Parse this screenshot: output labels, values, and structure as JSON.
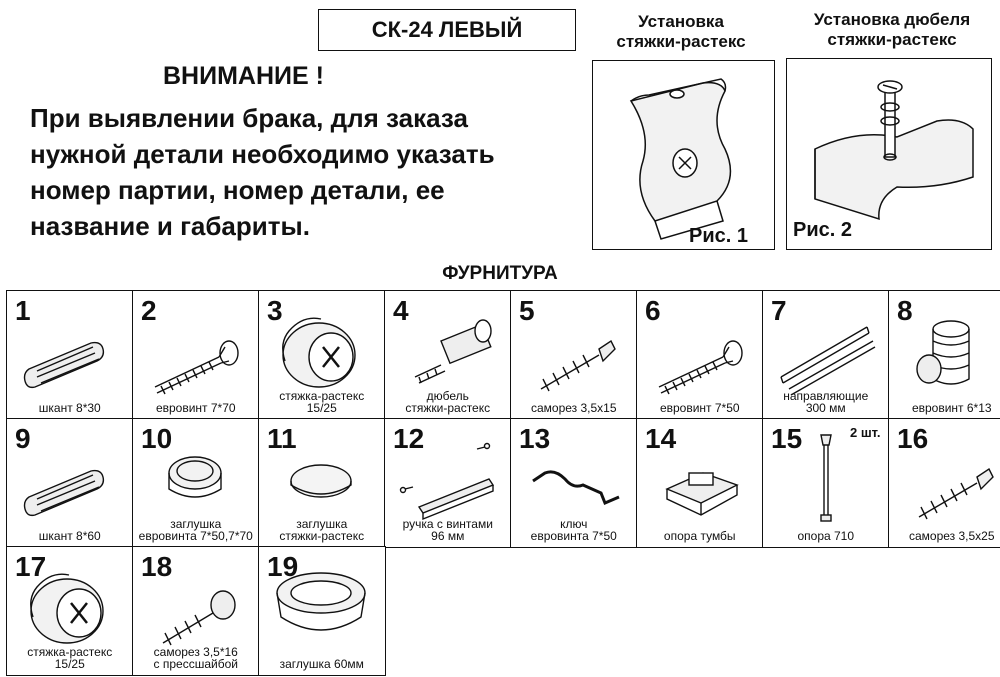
{
  "header": {
    "model": "СК-24 ЛЕВЫЙ",
    "warning_title": "ВНИМАНИЕ !",
    "warning_lines": [
      "При выявлении брака, для заказа",
      "нужной детали необходимо указать",
      "номер партии, номер детали, ее",
      "название и габариты."
    ]
  },
  "figures": [
    {
      "title_lines": [
        "Установка",
        "стяжки-растекс"
      ],
      "label": "Рис. 1"
    },
    {
      "title_lines": [
        "Установка дюбеля",
        "стяжки-растекс"
      ],
      "label": "Рис. 2"
    }
  ],
  "section_title": "ФУРНИТУРА",
  "parts": [
    {
      "num": "1",
      "caption": [
        "шкант 8*30"
      ],
      "icon": "dowel-icon"
    },
    {
      "num": "2",
      "caption": [
        "евровинт 7*70"
      ],
      "icon": "euroscrew-icon"
    },
    {
      "num": "3",
      "caption": [
        "стяжка-растекс",
        "15/25"
      ],
      "icon": "cam-lock-icon"
    },
    {
      "num": "4",
      "caption": [
        "дюбель",
        "стяжки-растекс"
      ],
      "icon": "cam-dowel-icon"
    },
    {
      "num": "5",
      "caption": [
        "саморез 3,5х15"
      ],
      "icon": "wood-screw-icon"
    },
    {
      "num": "6",
      "caption": [
        "евровинт 7*50"
      ],
      "icon": "euroscrew-icon"
    },
    {
      "num": "7",
      "caption": [
        "направляющие",
        "300 мм"
      ],
      "icon": "drawer-rail-icon"
    },
    {
      "num": "8",
      "caption": [
        "евровинт 6*13"
      ],
      "icon": "threaded-insert-icon"
    },
    {
      "num": "9",
      "caption": [
        "шкант 8*60"
      ],
      "icon": "dowel-icon"
    },
    {
      "num": "10",
      "caption": [
        "заглушка",
        "евровинта 7*50,7*70"
      ],
      "icon": "screw-cap-icon"
    },
    {
      "num": "11",
      "caption": [
        "заглушка",
        "стяжки-растекс"
      ],
      "icon": "cam-cap-icon"
    },
    {
      "num": "12",
      "caption": [
        "ручка с винтами",
        "96 мм"
      ],
      "icon": "handle-icon"
    },
    {
      "num": "13",
      "caption": [
        "ключ",
        "евровинта 7*50"
      ],
      "icon": "hex-key-icon"
    },
    {
      "num": "14",
      "caption": [
        "опора тумбы"
      ],
      "icon": "foot-pad-icon"
    },
    {
      "num": "15",
      "caption": [
        "опора 710"
      ],
      "icon": "support-leg-icon",
      "extra": "2 шт."
    },
    {
      "num": "16",
      "caption": [
        "саморез 3,5х25"
      ],
      "icon": "wood-screw-icon"
    },
    {
      "num": "17",
      "caption": [
        "стяжка-растекс",
        "15/25"
      ],
      "icon": "cam-lock-icon"
    },
    {
      "num": "18",
      "caption": [
        "саморез 3,5*16",
        "с прессшайбой"
      ],
      "icon": "washer-screw-icon"
    },
    {
      "num": "19",
      "caption": [
        "заглушка 60мм"
      ],
      "icon": "grommet-icon"
    }
  ]
}
